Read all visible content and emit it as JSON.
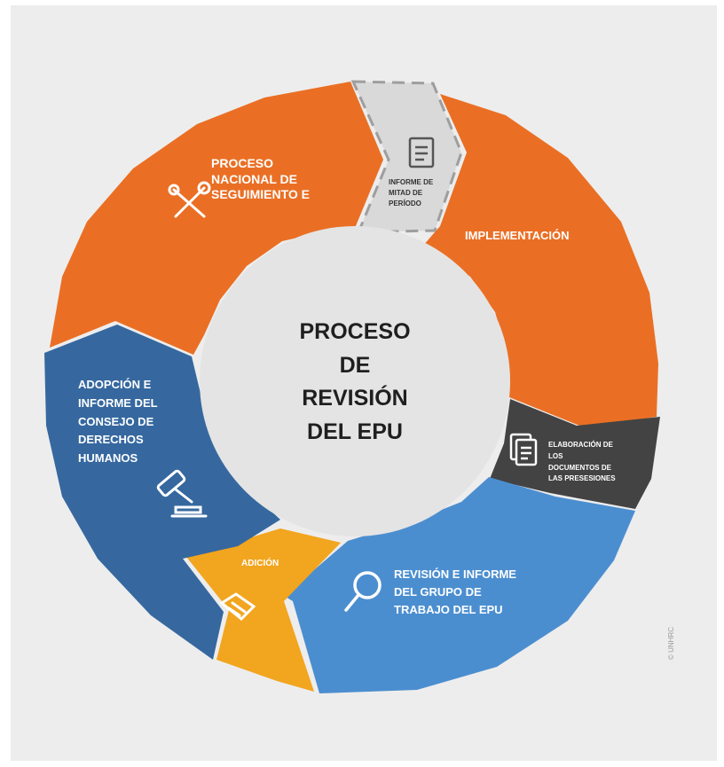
{
  "diagram": {
    "center_title": [
      "PROCESO",
      "DE",
      "REVISIÓN",
      "DEL EPU"
    ],
    "segments": [
      {
        "id": "seguimiento",
        "lines": [
          "PROCESO",
          "NACIONAL DE",
          "SEGUIMIENTO E"
        ],
        "color": "#ea6f24",
        "icon": "tools-icon"
      },
      {
        "id": "mitad",
        "lines": [
          "INFORME DE",
          "MITAD DE",
          "PERÍODO"
        ],
        "color": "#d9d9d9",
        "icon": "document-icon"
      },
      {
        "id": "implementacion",
        "lines": [
          "IMPLEMENTACIÓN"
        ],
        "color": "#ea6f24",
        "icon": ""
      },
      {
        "id": "elaboracion",
        "lines": [
          "ELABORACIÓN DE",
          "LOS",
          "DOCUMENTOS DE",
          "LAS PRESESIONES"
        ],
        "color": "#434343",
        "icon": "documents-icon"
      },
      {
        "id": "revision",
        "lines": [
          "REVISIÓN E INFORME",
          "DEL GRUPO DE",
          "TRABAJO DEL EPU"
        ],
        "color": "#4b8ed0",
        "icon": "magnifier-icon"
      },
      {
        "id": "adicion",
        "lines": [
          "ADICIÓN"
        ],
        "color": "#f2a51e",
        "icon": "handshake-icon"
      },
      {
        "id": "adopcion",
        "lines": [
          "ADOPCIÓN E",
          "INFORME DEL",
          "CONSEJO DE",
          "DERECHOS",
          "HUMANOS"
        ],
        "color": "#36689f",
        "icon": "gavel-icon"
      }
    ],
    "copyright": "© UNHRC"
  }
}
